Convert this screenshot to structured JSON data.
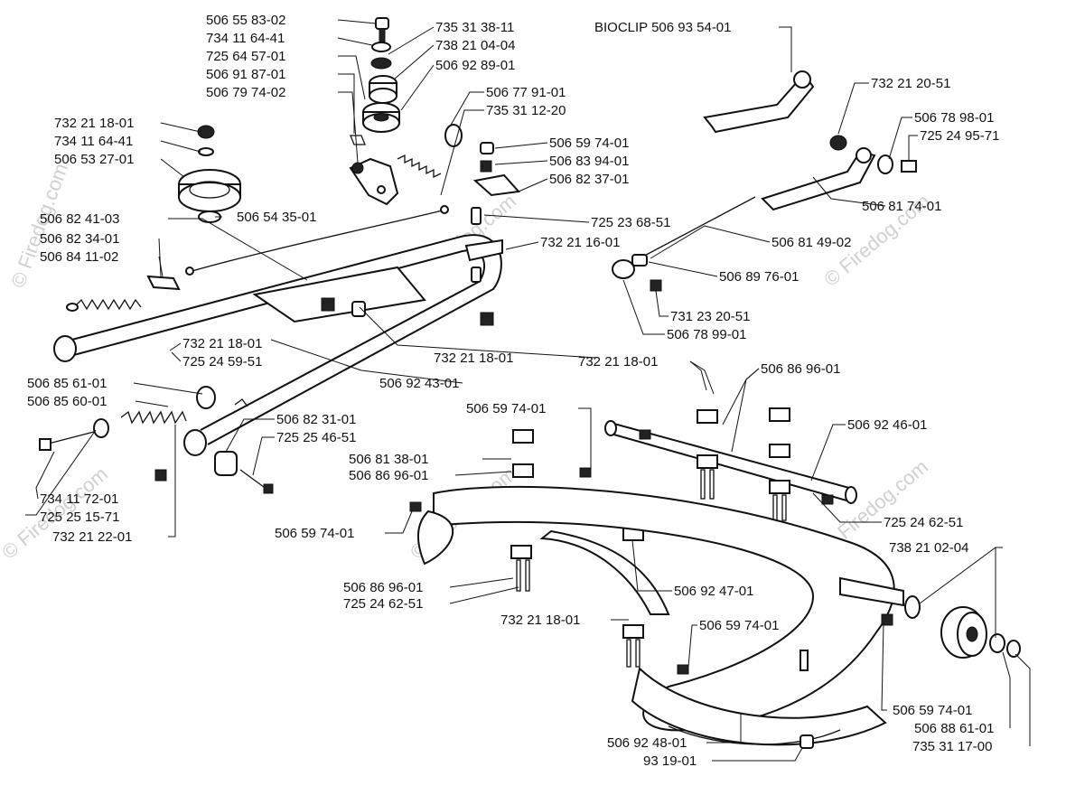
{
  "watermark": "© Firedog.com",
  "parts": [
    {
      "id": "p1",
      "text": "506 55 83-02"
    },
    {
      "id": "p2",
      "text": "734 11 64-41"
    },
    {
      "id": "p3",
      "text": "725 64 57-01"
    },
    {
      "id": "p4",
      "text": "506 91 87-01"
    },
    {
      "id": "p5",
      "text": "506 79 74-02"
    },
    {
      "id": "p6",
      "text": "735 31 38-11"
    },
    {
      "id": "p7",
      "text": "738 21 04-04"
    },
    {
      "id": "p8",
      "text": "506 92 89-01"
    },
    {
      "id": "p9",
      "text": "BIOCLIP 506 93 54-01"
    },
    {
      "id": "p10",
      "text": "732 21 20-51"
    },
    {
      "id": "p11",
      "text": "506 78 98-01"
    },
    {
      "id": "p12",
      "text": "725 24 95-71"
    },
    {
      "id": "p13",
      "text": "506 77 91-01"
    },
    {
      "id": "p14",
      "text": "735 31 12-20"
    },
    {
      "id": "p15",
      "text": "732 21 18-01"
    },
    {
      "id": "p16",
      "text": "734 11 64-41"
    },
    {
      "id": "p17",
      "text": "506 53 27-01"
    },
    {
      "id": "p18",
      "text": "506 59 74-01"
    },
    {
      "id": "p19",
      "text": "506 83 94-01"
    },
    {
      "id": "p20",
      "text": "506 82 37-01"
    },
    {
      "id": "p21",
      "text": "506 81 74-01"
    },
    {
      "id": "p22",
      "text": "506 82 41-03"
    },
    {
      "id": "p23",
      "text": "506 54 35-01"
    },
    {
      "id": "p24",
      "text": "725 23 68-51"
    },
    {
      "id": "p25",
      "text": "506 82 34-01"
    },
    {
      "id": "p26",
      "text": "732 21 16-01"
    },
    {
      "id": "p27",
      "text": "506 81 49-02"
    },
    {
      "id": "p28",
      "text": "506 84 11-02"
    },
    {
      "id": "p29",
      "text": "506 89 76-01"
    },
    {
      "id": "p30",
      "text": "731 23 20-51"
    },
    {
      "id": "p31",
      "text": "506 78 99-01"
    },
    {
      "id": "p32",
      "text": "732 21 18-01"
    },
    {
      "id": "p33",
      "text": "725 24 59-51"
    },
    {
      "id": "p34",
      "text": "732 21 18-01"
    },
    {
      "id": "p35",
      "text": "506 85 61-01"
    },
    {
      "id": "p36",
      "text": "506 92 43-01"
    },
    {
      "id": "p37",
      "text": "732 21 18-01"
    },
    {
      "id": "p38",
      "text": "506 86 96-01"
    },
    {
      "id": "p39",
      "text": "506 85 60-01"
    },
    {
      "id": "p40",
      "text": "506 59 74-01"
    },
    {
      "id": "p41",
      "text": "506 92 46-01"
    },
    {
      "id": "p42",
      "text": "506 82 31-01"
    },
    {
      "id": "p43",
      "text": "725 25 46-51"
    },
    {
      "id": "p44",
      "text": "506 81 38-01"
    },
    {
      "id": "p45",
      "text": "506 86 96-01"
    },
    {
      "id": "p46",
      "text": "734 11 72-01"
    },
    {
      "id": "p47",
      "text": "725 25 15-71"
    },
    {
      "id": "p48",
      "text": "732 21 22-01"
    },
    {
      "id": "p49",
      "text": "506 59 74-01"
    },
    {
      "id": "p50",
      "text": "725 24 62-51"
    },
    {
      "id": "p51",
      "text": "738 21 02-04"
    },
    {
      "id": "p52",
      "text": "506 86 96-01"
    },
    {
      "id": "p53",
      "text": "725 24 62-51"
    },
    {
      "id": "p54",
      "text": "506 92 47-01"
    },
    {
      "id": "p55",
      "text": "732 21 18-01"
    },
    {
      "id": "p56",
      "text": "506 59 74-01"
    },
    {
      "id": "p57",
      "text": "506 59 74-01"
    },
    {
      "id": "p58",
      "text": "506 88 61-01"
    },
    {
      "id": "p59",
      "text": "735 31 17-00"
    },
    {
      "id": "p60",
      "text": "506 92 48-01"
    },
    {
      "id": "p61",
      "text": "93 19-01"
    }
  ]
}
